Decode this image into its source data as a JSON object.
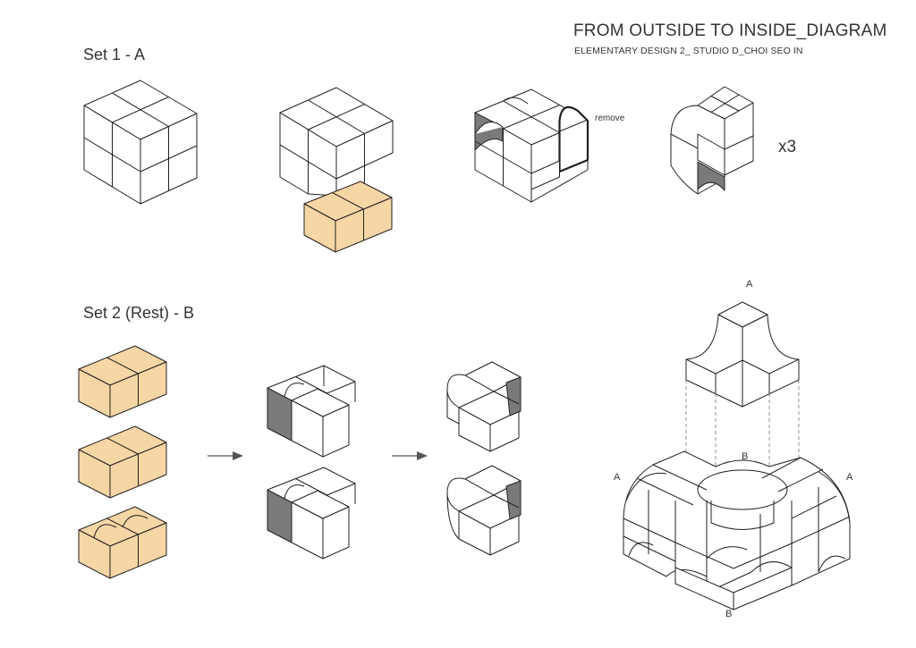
{
  "header": {
    "title": "FROM OUTSIDE TO INSIDE_DIAGRAM",
    "subtitle": "ELEMENTARY DESIGN 2_ STUDIO D_CHOI SEO IN"
  },
  "sets": [
    {
      "label": "Set 1 - A"
    },
    {
      "label": "Set 2 (Rest) - B"
    }
  ],
  "annotations": {
    "remove": "remove",
    "multiplier": "x3"
  },
  "assembly_labels": {
    "top": "A",
    "left": "A",
    "right": "A",
    "center": "B",
    "bottom": "B"
  },
  "colors": {
    "wood": "#f6d6a5",
    "shade": "#7a7a7a",
    "line": "#231f20"
  }
}
